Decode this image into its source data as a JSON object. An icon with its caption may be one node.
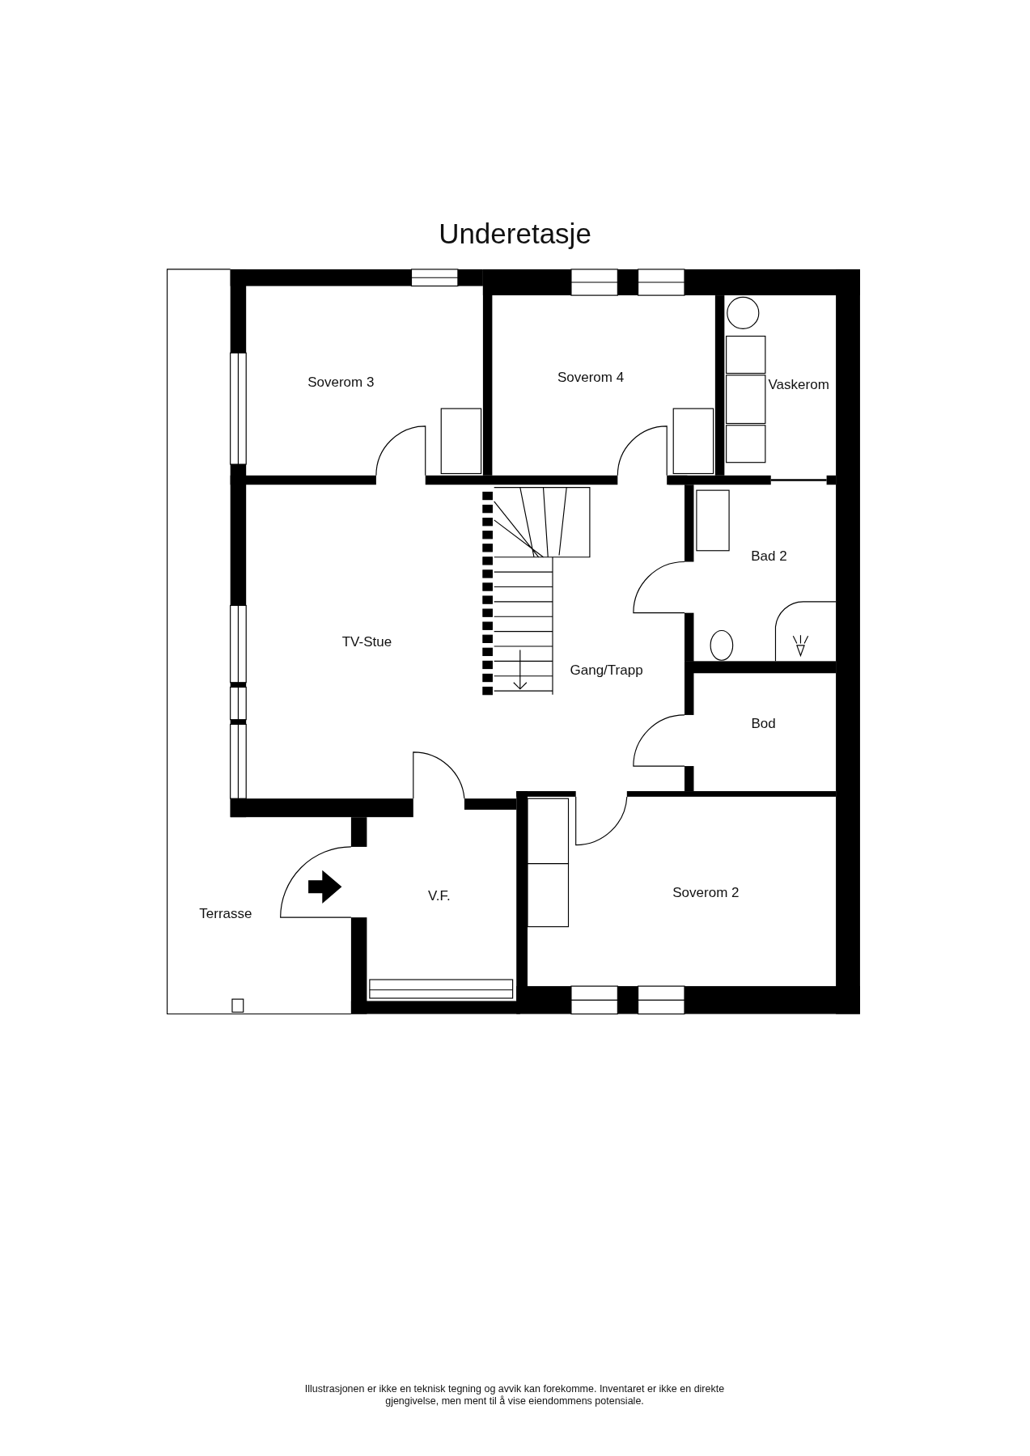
{
  "diagram": {
    "title": "Underetasje",
    "caption": "Illustrasjonen er ikke en teknisk tegning og avvik kan forekomme. Inventaret er ikke en direkte gjengivelse, men ment til å vise eiendommens potensiale.",
    "nodes": [
      {
        "text": [
          "Soverom 3"
        ]
      },
      {
        "text": [
          "Soverom 4"
        ]
      },
      {
        "text": [
          "Vaskerom"
        ]
      },
      {
        "text": [
          "Bad 2"
        ]
      },
      {
        "text": [
          "TV-Stue"
        ]
      },
      {
        "text": [
          "Gang/Trapp"
        ]
      },
      {
        "text": [
          "Bod"
        ]
      },
      {
        "text": [
          "V.F."
        ]
      },
      {
        "text": [
          "Soverom 2"
        ]
      },
      {
        "text": [
          "Terrasse"
        ]
      }
    ]
  }
}
